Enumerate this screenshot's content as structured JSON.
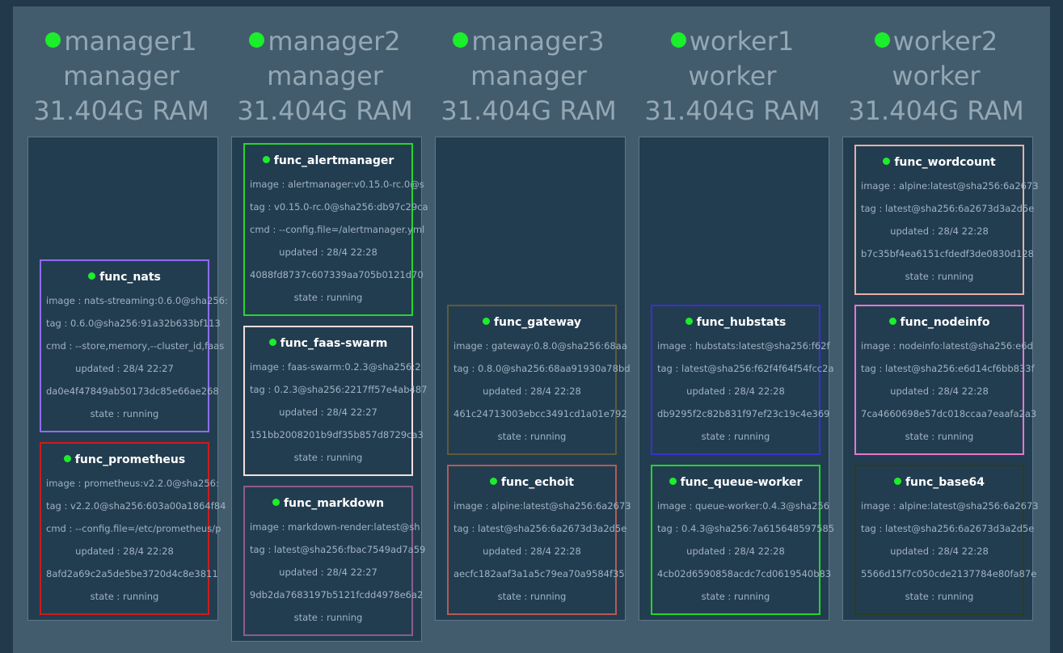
{
  "nodes": [
    {
      "name": "manager1",
      "role": "manager",
      "ram": "31.404G RAM",
      "tasks": [
        {
          "name": "func_nats",
          "color": "#8e6cf1",
          "image": "image : nats-streaming:0.6.0@sha256:",
          "tag": "tag : 0.6.0@sha256:91a32b633bf113",
          "cmd": "cmd : --store,memory,--cluster_id,faas",
          "updated": "updated : 28/4 22:27",
          "id": "da0e4f47849ab50173dc85e66ae268",
          "state": "state : running"
        },
        {
          "name": "func_prometheus",
          "color": "#cc1c1c",
          "image": "image : prometheus:v2.2.0@sha256:",
          "tag": "tag : v2.2.0@sha256:603a00a1864f84",
          "cmd": "cmd : --config.file=/etc/prometheus/p",
          "updated": "updated : 28/4 22:28",
          "id": "8afd2a69c2a5de5be3720d4c8e3811",
          "state": "state : running"
        }
      ]
    },
    {
      "name": "manager2",
      "role": "manager",
      "ram": "31.404G RAM",
      "tasks": [
        {
          "name": "func_alertmanager",
          "color": "#26d62e",
          "image": "image : alertmanager:v0.15.0-rc.0@s",
          "tag": "tag : v0.15.0-rc.0@sha256:db97c29ca",
          "cmd": "cmd : --config.file=/alertmanager.yml",
          "updated": "updated : 28/4 22:28",
          "id": "4088fd8737c607339aa705b0121d70",
          "state": "state : running"
        },
        {
          "name": "func_faas-swarm",
          "color": "#f2dede",
          "image": "image : faas-swarm:0.2.3@sha256:2",
          "tag": "tag : 0.2.3@sha256:2217ff57e4ab487",
          "updated": "updated : 28/4 22:27",
          "id": "151bb2008201b9df35b857d8729ca3",
          "state": "state : running"
        },
        {
          "name": "func_markdown",
          "color": "#8c5b8c",
          "image": "image : markdown-render:latest@sh",
          "tag": "tag : latest@sha256:fbac7549ad7a59",
          "updated": "updated : 28/4 22:27",
          "id": "9db2da7683197b5121fcdd4978e6a2",
          "state": "state : running"
        }
      ]
    },
    {
      "name": "manager3",
      "role": "manager",
      "ram": "31.404G RAM",
      "tasks": [
        {
          "name": "func_gateway",
          "color": "#5d5b3a",
          "image": "image : gateway:0.8.0@sha256:68aa",
          "tag": "tag : 0.8.0@sha256:68aa91930a78bd",
          "updated": "updated : 28/4 22:28",
          "id": "461c24713003ebcc3491cd1a01e792",
          "state": "state : running"
        },
        {
          "name": "func_echoit",
          "color": "#b55a55",
          "image": "image : alpine:latest@sha256:6a2673",
          "tag": "tag : latest@sha256:6a2673d3a2d5e",
          "updated": "updated : 28/4 22:28",
          "id": "aecfc182aaf3a1a5c79ea70a9584f35",
          "state": "state : running"
        }
      ]
    },
    {
      "name": "worker1",
      "role": "worker",
      "ram": "31.404G RAM",
      "tasks": [
        {
          "name": "func_hubstats",
          "color": "#3b2fd2",
          "image": "image : hubstats:latest@sha256:f62f",
          "tag": "tag : latest@sha256:f62f4f64f54fcc2a",
          "updated": "updated : 28/4 22:28",
          "id": "db9295f2c82b831f97ef23c19c4e369",
          "state": "state : running"
        },
        {
          "name": "func_queue-worker",
          "color": "#24d42a",
          "image": "image : queue-worker:0.4.3@sha256",
          "tag": "tag : 0.4.3@sha256:7a615648597585",
          "updated": "updated : 28/4 22:28",
          "id": "4cb02d6590858acdc7cd0619540b83",
          "state": "state : running"
        }
      ]
    },
    {
      "name": "worker2",
      "role": "worker",
      "ram": "31.404G RAM",
      "tasks": [
        {
          "name": "func_wordcount",
          "color": "#e6b0a6",
          "image": "image : alpine:latest@sha256:6a2673",
          "tag": "tag : latest@sha256:6a2673d3a2d5e",
          "updated": "updated : 28/4 22:28",
          "id": "b7c35bf4ea6151cfdedf3de0830d128",
          "state": "state : running"
        },
        {
          "name": "func_nodeinfo",
          "color": "#e776cf",
          "image": "image : nodeinfo:latest@sha256:e6d",
          "tag": "tag : latest@sha256:e6d14cf6bb833f",
          "updated": "updated : 28/4 22:28",
          "id": "7ca4660698e57dc018ccaa7eaafa2a3",
          "state": "state : running"
        },
        {
          "name": "func_base64",
          "color": "#2b3d20",
          "image": "image : alpine:latest@sha256:6a2673",
          "tag": "tag : latest@sha256:6a2673d3a2d5e",
          "updated": "updated : 28/4 22:28",
          "id": "5566d15f7c050cde2137784e80fa87e",
          "state": "state : running"
        }
      ]
    }
  ]
}
